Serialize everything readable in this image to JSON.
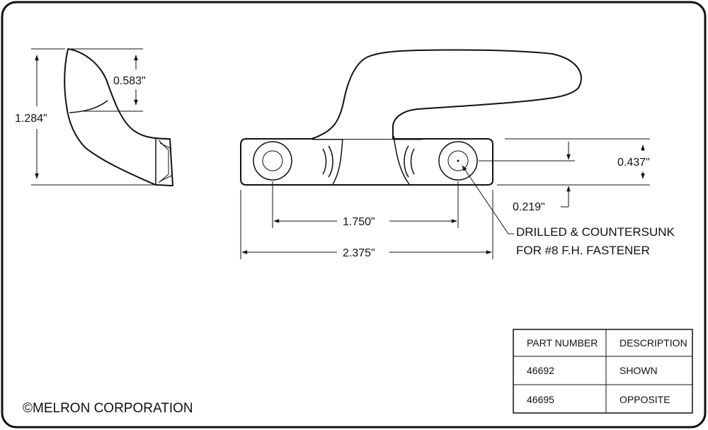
{
  "dimensions": {
    "height_overall": "1.284\"",
    "height_hook": "0.583\"",
    "hole_spacing": "1.750\"",
    "base_length": "2.375\"",
    "base_height": "0.437\"",
    "hole_center_height": "0.219\""
  },
  "callout": {
    "line1": "DRILLED & COUNTERSUNK",
    "line2": "FOR #8 F.H. FASTENER"
  },
  "copyright": "©MELRON CORPORATION",
  "parts_table": {
    "headers": [
      "PART NUMBER",
      "DESCRIPTION"
    ],
    "rows": [
      [
        "46692",
        "SHOWN"
      ],
      [
        "46695",
        "OPPOSITE"
      ]
    ]
  }
}
